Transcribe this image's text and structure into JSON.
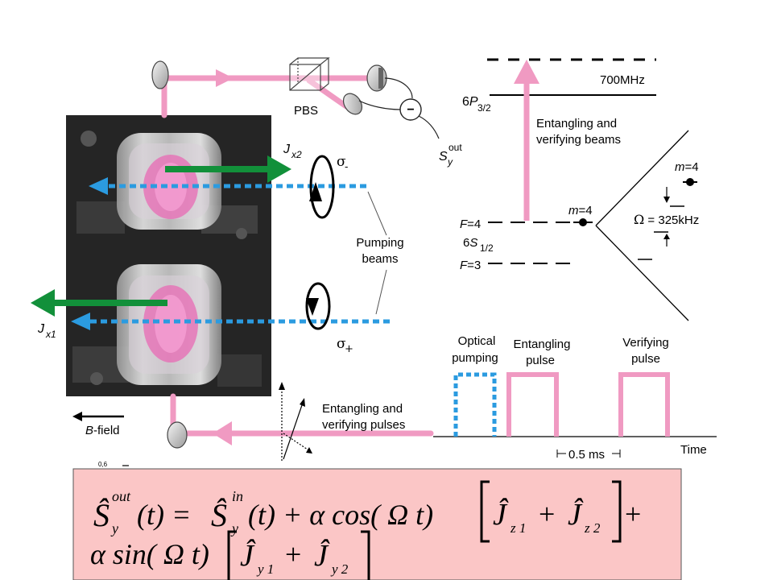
{
  "colors": {
    "beam_pink": "#F09AC2",
    "pump_blue": "#2B9BE0",
    "spin_green": "#12903A",
    "equation_bg": "#FBC6C6",
    "photo_dark": "#2a2a2a"
  },
  "icons": [
    "mirror-icon",
    "pbs-cube-icon",
    "photodetector-icon",
    "subtractor-icon",
    "vapor-cell-icon",
    "circular-polarization-icon"
  ],
  "setup": {
    "pbs_label": "PBS",
    "subtractor_symbol": "−",
    "s_out_main": "S",
    "s_out_sub": "y",
    "s_out_sup": "out",
    "jx2_main": "J",
    "jx2_sub": "x2",
    "jx1_main": "J",
    "jx1_sub": "x1",
    "sigma_minus_main": "σ",
    "sigma_minus_sub": "-",
    "sigma_plus_main": "σ",
    "sigma_plus_sub": "+",
    "pumping_line1": "Pumping",
    "pumping_line2": "beams",
    "bfield_italic": "B",
    "bfield_rest": "-field",
    "pulses_line1": "Entangling and",
    "pulses_line2": "verifying pulses"
  },
  "levels": {
    "detuning": "700MHz",
    "p_state_prefix": "6",
    "p_state_main": "P",
    "p_state_sub": "3/2",
    "beams_line1": "Entangling and",
    "beams_line2": "verifying beams",
    "f4_italic": "F",
    "f4_rest": "=4",
    "s_state_prefix": "6",
    "s_state_main": "S",
    "s_state_sub": "1/2",
    "f3_italic": "F",
    "f3_rest": "=3",
    "m4_left_italic": "m",
    "m4_left_rest": "=4",
    "m4_right_italic": "m",
    "m4_right_rest": "=4",
    "omega_symbol": "Ω",
    "omega_value": " = 325kHz"
  },
  "timing": {
    "optical_line1": "Optical",
    "optical_line2": "pumping",
    "entangling_line1": "Entangling",
    "entangling_line2": "pulse",
    "verifying_line1": "Verifying",
    "verifying_line2": "pulse",
    "duration": "0.5 ms",
    "time_label": "Time"
  },
  "small_tick": "0,6",
  "equation": {
    "lhs_hat": "Ŝ",
    "lhs_sup": "out",
    "lhs_sub": "y",
    "lhs_arg": "(t) =",
    "in_hat": "Ŝ",
    "in_sup": "in",
    "in_sub": "y",
    "in_arg": "(t) + α cos( Ω t)",
    "jz1_hat": "Ĵ",
    "jz1_sub": "z 1",
    "plus1": "+",
    "jz2_hat": "Ĵ",
    "jz2_sub": "z 2",
    "plus_end": "+",
    "sin_term": "α  sin( Ω t)",
    "jy1_hat": "Ĵ",
    "jy1_sub": "y 1",
    "plus2": "+",
    "jy2_hat": "Ĵ",
    "jy2_sub": "y 2"
  }
}
